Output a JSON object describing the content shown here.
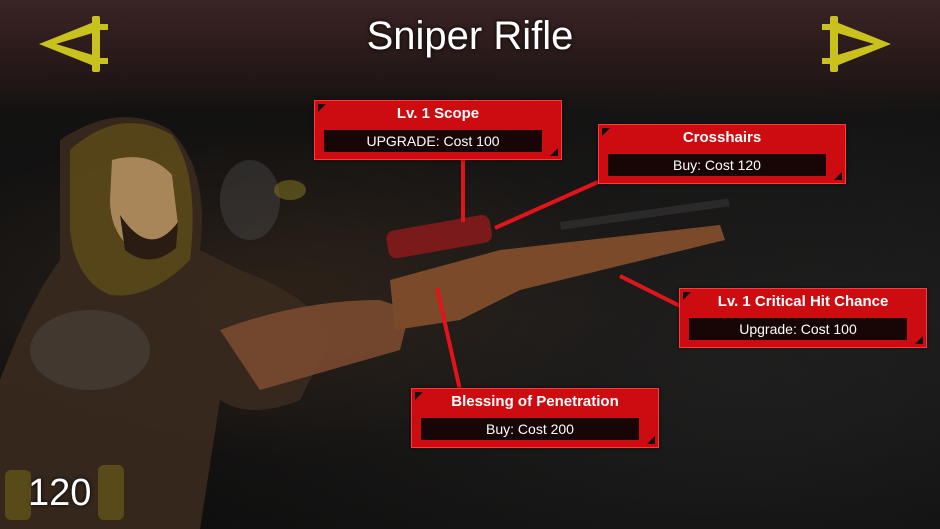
{
  "header": {
    "title": "Sniper Rifle"
  },
  "nav": {
    "prev_icon": "arrow-left-icon",
    "next_icon": "arrow-right-icon",
    "arrow_color": "#c9c21e"
  },
  "upgrades": [
    {
      "name": "Lv. 1 Scope",
      "action": "UPGRADE: Cost 100"
    },
    {
      "name": "Crosshairs",
      "action": "Buy: Cost 120"
    },
    {
      "name": "Lv. 1 Critical Hit Chance",
      "action": "Upgrade: Cost 100"
    },
    {
      "name": "Blessing of Penetration",
      "action": "Buy: Cost 200"
    }
  ],
  "player": {
    "coins": "120"
  },
  "colors": {
    "panel_red": "#cc0c10",
    "panel_dark": "#180606",
    "connector": "#e0141a"
  }
}
